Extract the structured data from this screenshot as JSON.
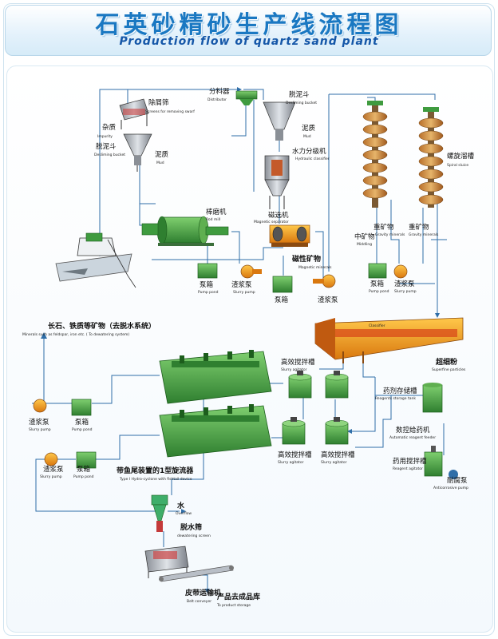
{
  "title": {
    "cn": "石英砂精砂生产线流程图",
    "en": "Production flow of quartz sand plant"
  },
  "equipment": {
    "distributor": {
      "cn": "分料器",
      "en": "Distributor"
    },
    "desliming_bucket_top": {
      "cn": "脱泥斗",
      "en": "Desliming bucket"
    },
    "mud_top": {
      "cn": "泥质",
      "en": "Mud"
    },
    "swarf_screen": {
      "cn": "除屑筛",
      "en": "Screens for removing swarf"
    },
    "impurity": {
      "cn": "杂质",
      "en": "Impurity"
    },
    "desliming_bucket_left": {
      "cn": "脱泥斗",
      "en": "Desliming bucket"
    },
    "mud_left": {
      "cn": "泥质",
      "en": "Mud"
    },
    "hydraulic_classifier": {
      "cn": "水力分级机",
      "en": "Hydraulic classifier"
    },
    "rod_mill": {
      "cn": "棒磨机",
      "en": "Rod mill"
    },
    "magnetic_separator": {
      "cn": "磁选机",
      "en": "Magnetic separator"
    },
    "pump_pond_1": {
      "cn": "泵箱",
      "en": "Pump pond"
    },
    "slurry_pump_1": {
      "cn": "渣浆泵",
      "en": "Slurry pump"
    },
    "magnetic_minerals": {
      "cn": "磁性矿物",
      "en": "Magnetic minerals"
    },
    "pump_pond_2": {
      "cn": "泵箱",
      "en": ""
    },
    "slurry_pump_2": {
      "cn": "渣浆泵",
      "en": ""
    },
    "spiral_chute": {
      "cn": "螺旋溜槽",
      "en": "Spiral sluice"
    },
    "gravity_minerals_1": {
      "cn": "重矿物",
      "en": "Gravity minerals"
    },
    "gravity_minerals_2": {
      "cn": "重矿物",
      "en": "Gravity minerals"
    },
    "middling": {
      "cn": "中矿物",
      "en": "Middling"
    },
    "pump_pond_3": {
      "cn": "泵箱",
      "en": "Pump pond"
    },
    "slurry_pump_3": {
      "cn": "渣浆泵",
      "en": "Slurry pump"
    },
    "classifier": {
      "cn": "",
      "en": "Classifier"
    },
    "superfine": {
      "cn": "超细粉",
      "en": "Superfine particles"
    },
    "reagent_tank": {
      "cn": "药剂存储槽",
      "en": "Reagents storage tank"
    },
    "auto_feeder": {
      "cn": "数控给药机",
      "en": "Automatic reagent feeder"
    },
    "reagent_agitator": {
      "cn": "药用搅拌槽",
      "en": "Reagent agitator"
    },
    "anticorrosive_pump": {
      "cn": "耐腐泵",
      "en": "Anticorrosive pump"
    },
    "agitator_1": {
      "cn": "高效搅拌槽",
      "en": "Slurry agitator"
    },
    "agitator_2": {
      "cn": "高效搅拌槽",
      "en": "Slurry agitator"
    },
    "agitator_3": {
      "cn": "高效搅拌槽",
      "en": "Slurry agitator"
    },
    "minerals_feldspar": {
      "cn": "长石、铁质等矿物（去脱水系统）",
      "en": "Minerals such as feldspar, iron etc. ( To dewatering system)"
    },
    "slurry_pump_4": {
      "cn": "渣浆泵",
      "en": "Slurry pump"
    },
    "pump_pond_4": {
      "cn": "泵箱",
      "en": "Pump pond"
    },
    "slurry_pump_5": {
      "cn": "渣浆泵",
      "en": "Slurry pump"
    },
    "pump_pond_5": {
      "cn": "泵箱",
      "en": "Pump pond"
    },
    "cyclone": {
      "cn": "带鱼尾装置的1型旋流器",
      "en": "Type I Hydro-cyclone with fishtail device"
    },
    "overflow": {
      "cn": "水",
      "en": "Overflow"
    },
    "dewatering_screen": {
      "cn": "脱水筛",
      "en": "dewatering screen"
    },
    "belt_conveyor": {
      "cn": "皮带运输机",
      "en": "Belt conveyer"
    },
    "product_storage": {
      "cn": "产品去成品库",
      "en": "To product storage"
    }
  },
  "colors": {
    "title": "#1a78c2",
    "flow_line": "#2f6ea8",
    "machine_green": "#3f9b3f",
    "pump_orange": "#f0a020",
    "classifier_orange": "#e0781e"
  }
}
